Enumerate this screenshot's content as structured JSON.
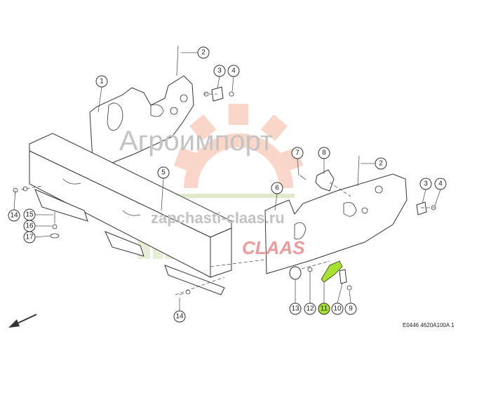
{
  "diagram": {
    "drawing_code": "E0446 4620A100A 1",
    "highlighted_part": "11",
    "highlight_color": "#a6e22e",
    "callouts": [
      "1",
      "2",
      "3",
      "4",
      "5",
      "6",
      "7",
      "8",
      "2",
      "3",
      "4",
      "14",
      "15",
      "16",
      "17",
      "13",
      "12",
      "11",
      "10",
      "9",
      "14"
    ]
  },
  "watermark": {
    "brand": "Агроимпорт",
    "site": "zapchasti-claas.ru",
    "logo": "CLAAS",
    "gear_color": "#f4a58a"
  }
}
